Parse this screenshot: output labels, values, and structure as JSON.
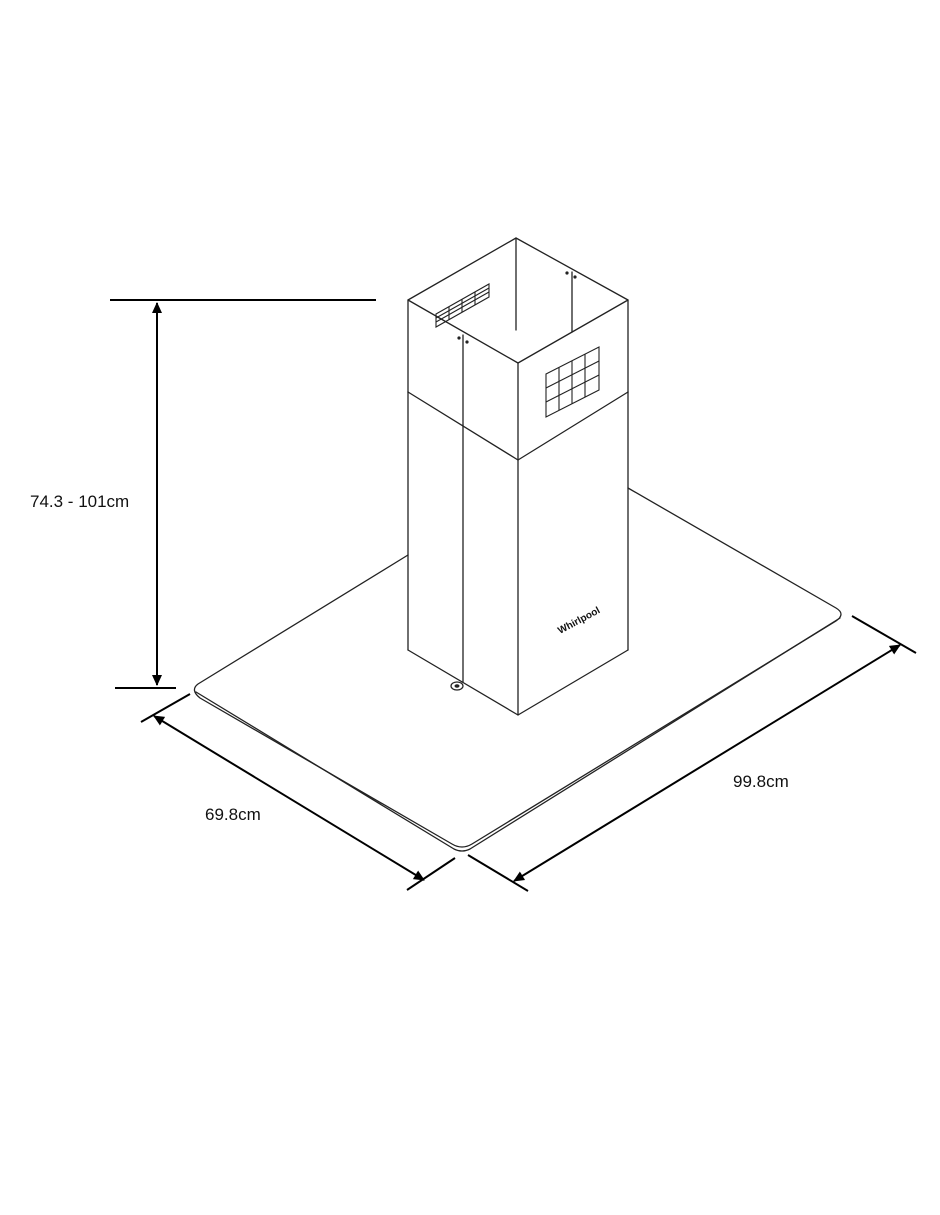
{
  "dimensions": {
    "height": "74.3 - 101cm",
    "depth": "69.8cm",
    "width": "99.8cm"
  },
  "brand_logo": "Whirlpool",
  "colors": {
    "line": "#222222",
    "dimension": "#000000",
    "background": "#ffffff"
  }
}
